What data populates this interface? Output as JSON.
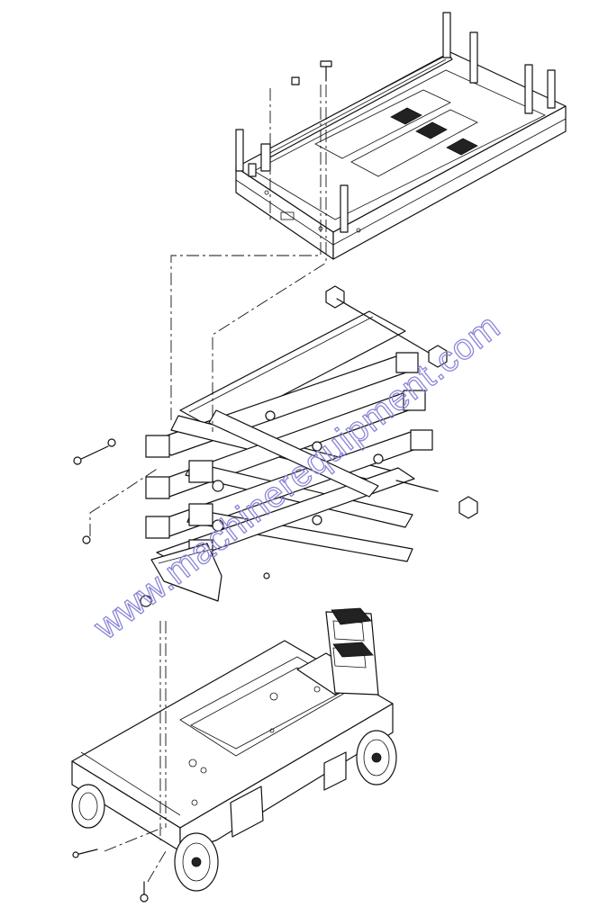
{
  "watermark": {
    "text": "www.machinerequipment.com",
    "color": "#8a86d6"
  },
  "components": [
    "platform-deck",
    "scissor-arm-stack",
    "chassis-base",
    "ladder",
    "front-wheels",
    "rear-wheels",
    "mounting-pins",
    "slider-blocks",
    "fasteners"
  ],
  "colors": {
    "line": "#111111",
    "background": "#ffffff"
  }
}
